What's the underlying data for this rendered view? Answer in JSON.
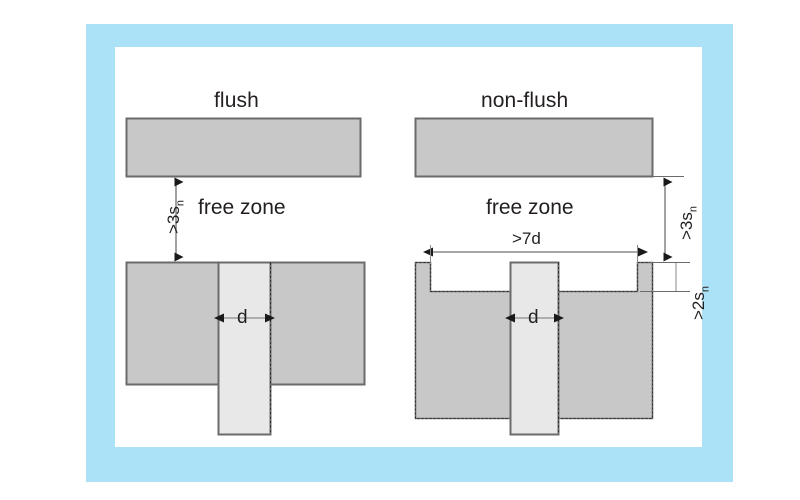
{
  "figure": {
    "description": "Mounting free zone requirements for flush and non-flush inductive sensors",
    "frame_color": "#ace2f7",
    "block_fill": "#c8c8c8",
    "sensor_fill": "#e8e8e8",
    "outline_color": "#6b6b6b",
    "dim_line_color": "#8a8a8a",
    "text_color": "#231f20"
  },
  "left_panel": {
    "title": "flush",
    "free_zone_label": "free zone",
    "vertical_dimension": {
      "text": ">3s",
      "subscript": "n"
    },
    "diameter_label": "d"
  },
  "right_panel": {
    "title": "non-flush",
    "free_zone_label": "free zone",
    "vertical_dimension": {
      "text": ">3s",
      "subscript": "n"
    },
    "recess_dimension": {
      "text": ">2s",
      "subscript": "n"
    },
    "width_dimension": ">7d",
    "diameter_label": "d"
  }
}
